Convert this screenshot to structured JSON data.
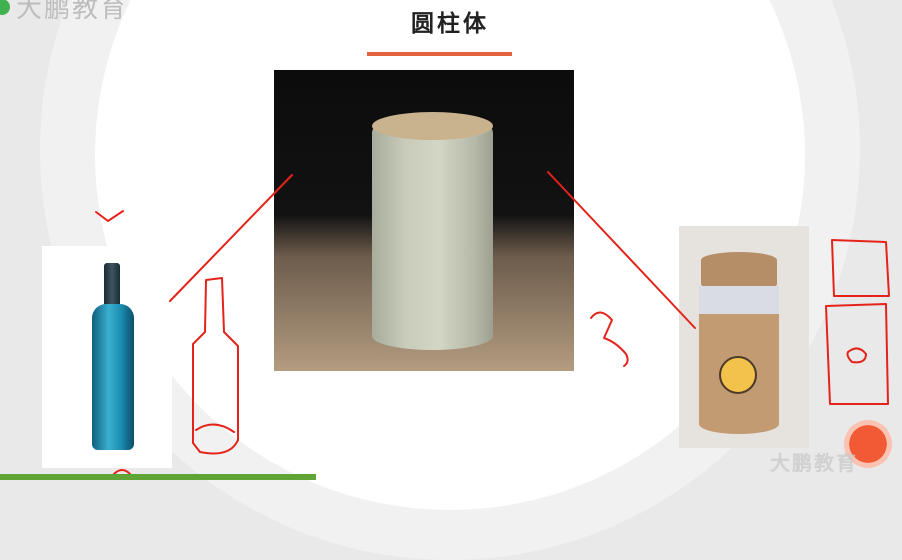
{
  "logo": {
    "text": "大鹏教育"
  },
  "slide": {
    "title": "圆柱体"
  },
  "images": {
    "center": "cylinder-photo",
    "left": "blue-bottle-photo",
    "right": "kraft-tube-photo"
  },
  "watermark": {
    "text": "大鹏教育"
  },
  "progress": {
    "fraction": 0.35
  },
  "colors": {
    "accent": "#e4623f",
    "annotation": "#e4231b",
    "progress": "#5ea535",
    "logo": "#3fb24f"
  }
}
